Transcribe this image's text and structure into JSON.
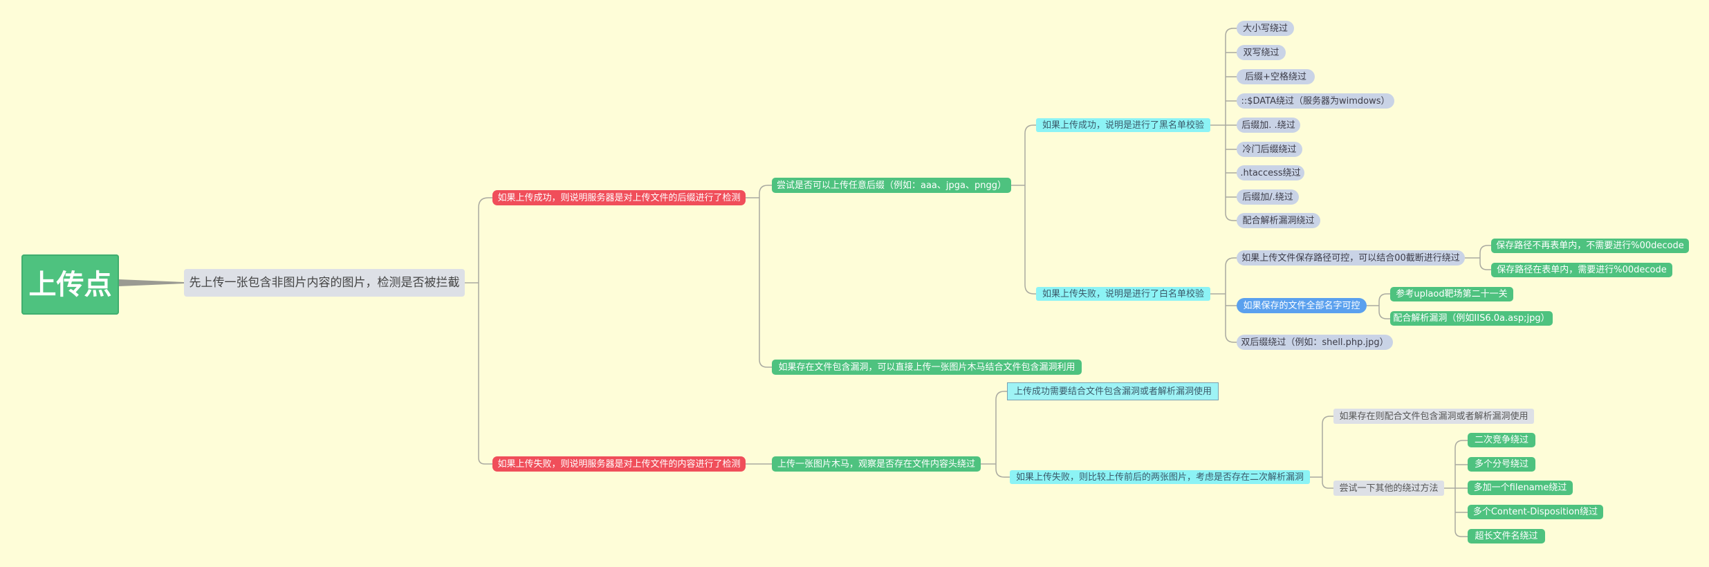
{
  "mindmap": {
    "root": "上传点",
    "step1": "先上传一张包含非图片内容的图片，检测是否被拦截",
    "branch_success": "如果上传成功，则说明服务器是对上传文件的后缀进行了检测",
    "branch_fail": "如果上传失败，则说明服务器是对上传文件的内容进行了检测",
    "try_any_suffix": "尝试是否可以上传任意后缀（例如：aaa、jpga、pngg）",
    "file_include_exploit": "如果存在文件包含漏洞，可以直接上传一张图片木马结合文件包含漏洞利用",
    "blacklist_check": "如果上传成功，说明是进行了黑名单校验",
    "blacklist_methods": [
      "大小写绕过",
      "双写绕过",
      "后缀+空格绕过",
      "::$DATA绕过（服务器为wimdows）",
      "后缀加. .绕过",
      "冷门后缀绕过",
      ".htaccess绕过",
      "后缀加/.绕过",
      "配合解析漏洞绕过"
    ],
    "whitelist_check": "如果上传失败，说明是进行了白名单校验",
    "path_controllable": "如果上传文件保存路径可控，可以结合00截断进行绕过",
    "path_not_in_form": "保存路径不再表单内，不需要进行%00decode",
    "path_in_form": "保存路径在表单内，需要进行%00decode",
    "name_controllable": "如果保存的文件全部名字可控",
    "ref_upload_labs": "参考uplaod靶场第二十一关",
    "iis_parse": "配合解析漏洞（例如IIS6.0a.asp;jpg）",
    "double_suffix": "双后缀绕过（例如：shell.php.jpg）",
    "upload_trojan": "上传一张图片木马，观察是否存在文件内容头绕过",
    "need_combine": "上传成功需要结合文件包含漏洞或者解析漏洞使用",
    "compare_images": "如果上传失败，则比较上传前后的两张图片，考虑是否存在二次解析漏洞",
    "if_include": "如果存在则配合文件包含漏洞或者解析漏洞使用",
    "try_other": "尝试一下其他的绕过方法",
    "other_methods": [
      "二次竞争绕过",
      "多个分号绕过",
      "多加一个filename绕过",
      "多个Content-Disposition绕过",
      "超长文件名绕过"
    ]
  },
  "colors": {
    "background": "#fefdd8",
    "root": "#4ec27f",
    "red": "#f04e5a",
    "green": "#4ec27f",
    "cyan": "#8cf3f5",
    "pill": "#c9d3e6",
    "pill_selected": "#5aa0ee",
    "gray": "#dde0e6",
    "line": "#a9a9a0"
  }
}
